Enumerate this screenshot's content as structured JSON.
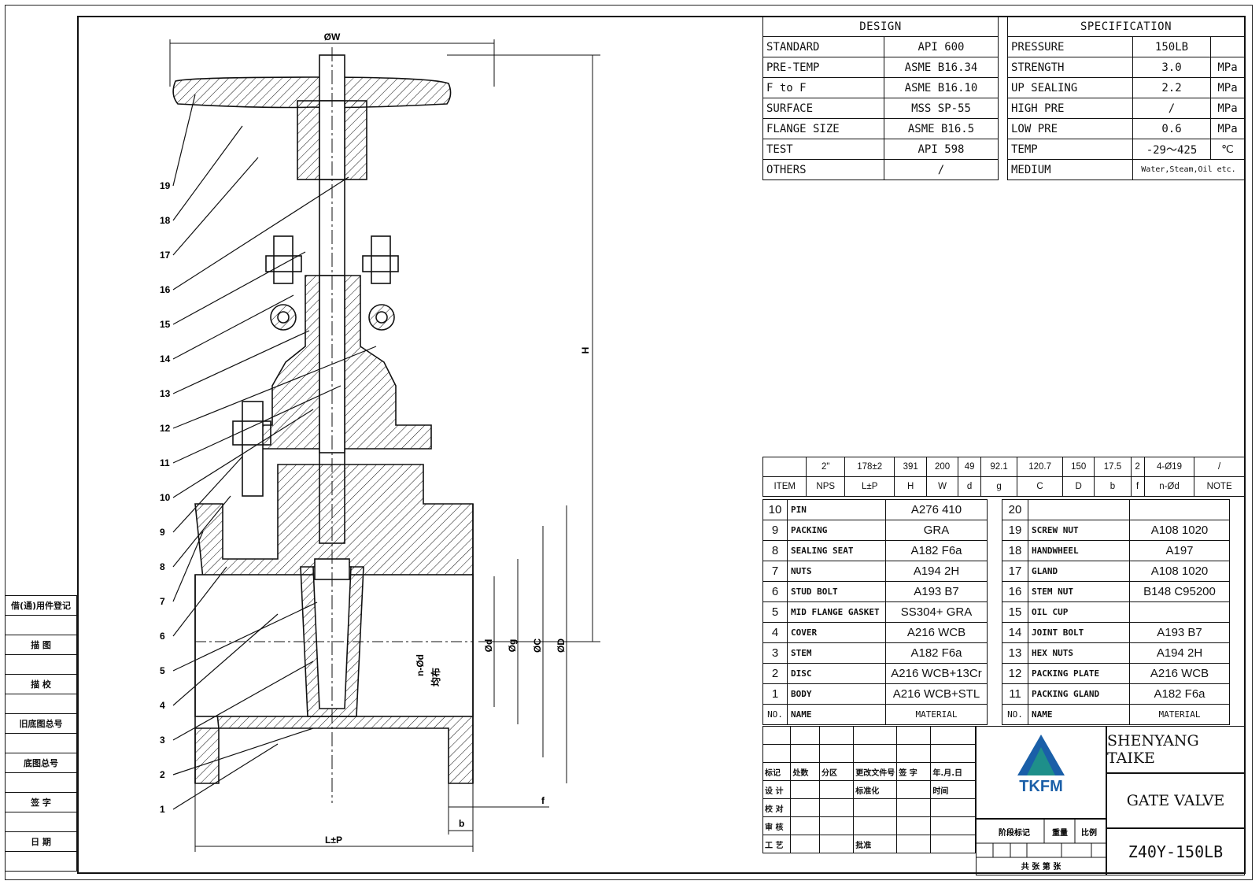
{
  "design": {
    "header": "DESIGN",
    "rows": [
      {
        "key": "STANDARD",
        "value": "API 600"
      },
      {
        "key": "PRE-TEMP",
        "value": "ASME B16.34"
      },
      {
        "key": "F to F",
        "value": "ASME B16.10"
      },
      {
        "key": "SURFACE",
        "value": "MSS SP-55"
      },
      {
        "key": "FLANGE SIZE",
        "value": "ASME B16.5"
      },
      {
        "key": "TEST",
        "value": "API 598"
      },
      {
        "key": "OTHERS",
        "value": "/"
      }
    ]
  },
  "specification": {
    "header": "SPECIFICATION",
    "rows": [
      {
        "key": "PRESSURE",
        "value": "150LB",
        "unit": ""
      },
      {
        "key": "STRENGTH",
        "value": "3.0",
        "unit": "MPa"
      },
      {
        "key": "UP SEALING",
        "value": "2.2",
        "unit": "MPa"
      },
      {
        "key": "HIGH PRE",
        "value": "/",
        "unit": "MPa"
      },
      {
        "key": "LOW PRE",
        "value": "0.6",
        "unit": "MPa"
      },
      {
        "key": "TEMP",
        "value": "-29～425",
        "unit": "℃"
      },
      {
        "key": "MEDIUM",
        "value": "Water,Steam,Oil etc.",
        "unit": ""
      }
    ]
  },
  "dimensions": {
    "values": [
      "",
      "2\"",
      "178±2",
      "391",
      "200",
      "49",
      "92.1",
      "120.7",
      "150",
      "17.5",
      "2",
      "4-Ø19",
      "/"
    ],
    "headers": [
      "ITEM",
      "NPS",
      "L±P",
      "H",
      "W",
      "d",
      "g",
      "C",
      "D",
      "b",
      "f",
      "n-Ød",
      "NOTE"
    ]
  },
  "bom": {
    "left": [
      {
        "no": "10",
        "name": "PIN",
        "material": "A276 410"
      },
      {
        "no": "9",
        "name": "PACKING",
        "material": "GRA"
      },
      {
        "no": "8",
        "name": "SEALING SEAT",
        "material": "A182 F6a"
      },
      {
        "no": "7",
        "name": "NUTS",
        "material": "A194 2H"
      },
      {
        "no": "6",
        "name": "STUD BOLT",
        "material": "A193 B7"
      },
      {
        "no": "5",
        "name": "MID FLANGE GASKET",
        "material": "SS304+ GRA"
      },
      {
        "no": "4",
        "name": "COVER",
        "material": "A216 WCB"
      },
      {
        "no": "3",
        "name": "STEM",
        "material": "A182 F6a"
      },
      {
        "no": "2",
        "name": "DISC",
        "material": "A216 WCB+13Cr"
      },
      {
        "no": "1",
        "name": "BODY",
        "material": "A216 WCB+STL"
      }
    ],
    "right": [
      {
        "no": "20",
        "name": "",
        "material": ""
      },
      {
        "no": "19",
        "name": "SCREW NUT",
        "material": "A108 1020"
      },
      {
        "no": "18",
        "name": "HANDWHEEL",
        "material": "A197"
      },
      {
        "no": "17",
        "name": "GLAND",
        "material": "A108 1020"
      },
      {
        "no": "16",
        "name": "STEM NUT",
        "material": "B148 C95200"
      },
      {
        "no": "15",
        "name": "OIL CUP",
        "material": ""
      },
      {
        "no": "14",
        "name": "JOINT BOLT",
        "material": "A193 B7"
      },
      {
        "no": "13",
        "name": "HEX NUTS",
        "material": "A194 2H"
      },
      {
        "no": "12",
        "name": "PACKING PLATE",
        "material": "A216 WCB"
      },
      {
        "no": "11",
        "name": "PACKING GLAND",
        "material": "A182 F6a"
      }
    ],
    "footer": {
      "no": "NO.",
      "name": "NAME",
      "material": "MATERIAL"
    }
  },
  "title_block": {
    "rev_header": [
      "标记",
      "处数",
      "分区",
      "更改文件号",
      "签 字",
      "年.月.日"
    ],
    "role_rows": [
      [
        "设 计",
        "",
        "",
        "标准化",
        "",
        "时间"
      ],
      [
        "校 对",
        "",
        "",
        "",
        "",
        ""
      ],
      [
        "审 核",
        "",
        "",
        "",
        "",
        ""
      ],
      [
        "工 艺",
        "",
        "",
        "批准",
        "",
        ""
      ]
    ],
    "stage_labels": [
      "阶段标记",
      "重量",
      "比例"
    ],
    "sheet_label": "共  张  第  张",
    "logo_text": "TKFM",
    "company": "SHENYANG TAIKE",
    "product": "GATE VALVE",
    "model": "Z40Y-150LB"
  },
  "left_table": [
    "借(通)用件登记",
    "描  图",
    "描  校",
    "旧底图总号",
    "底图总号",
    "签  字",
    "日  期"
  ],
  "drawing": {
    "part_numbers": [
      "19",
      "18",
      "17",
      "16",
      "15",
      "14",
      "13",
      "12",
      "11",
      "10",
      "9",
      "8",
      "7",
      "6",
      "5",
      "4",
      "3",
      "2",
      "1"
    ],
    "dim_labels": {
      "w": "ØW",
      "h": "H",
      "d": "Ød",
      "g": "Øg",
      "c": "ØC",
      "dd": "ØD",
      "nd": "n-Ød",
      "even": "均布",
      "f": "f",
      "b": "b",
      "l": "L±P"
    }
  },
  "colors": {
    "line": "#111111",
    "logo_blue": "#1a5fa8",
    "logo_teal": "#1e8f8a"
  }
}
